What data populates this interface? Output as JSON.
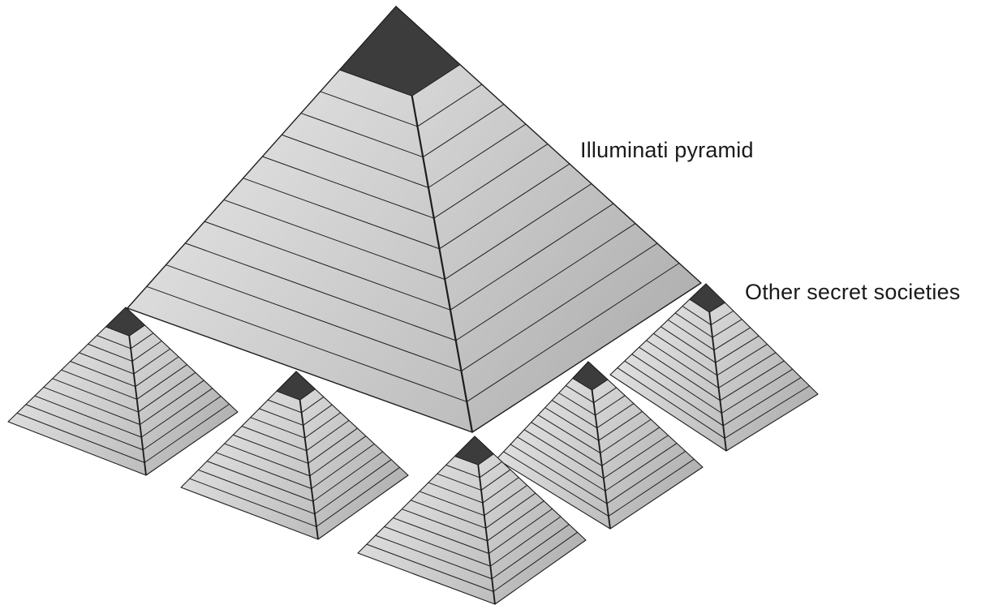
{
  "labels": {
    "main": "Illuminati pyramid",
    "other": "Other secret societies"
  },
  "colors": {
    "left_face_light": "#ececec",
    "left_face_dark": "#b9b9b9",
    "right_face_light": "#dadada",
    "right_face_dark": "#a6a6a6",
    "cap": "#3c3c3c",
    "line": "#1e1e1e",
    "background": "#ffffff"
  },
  "pyramid_count": {
    "main": 1,
    "small": 5
  }
}
